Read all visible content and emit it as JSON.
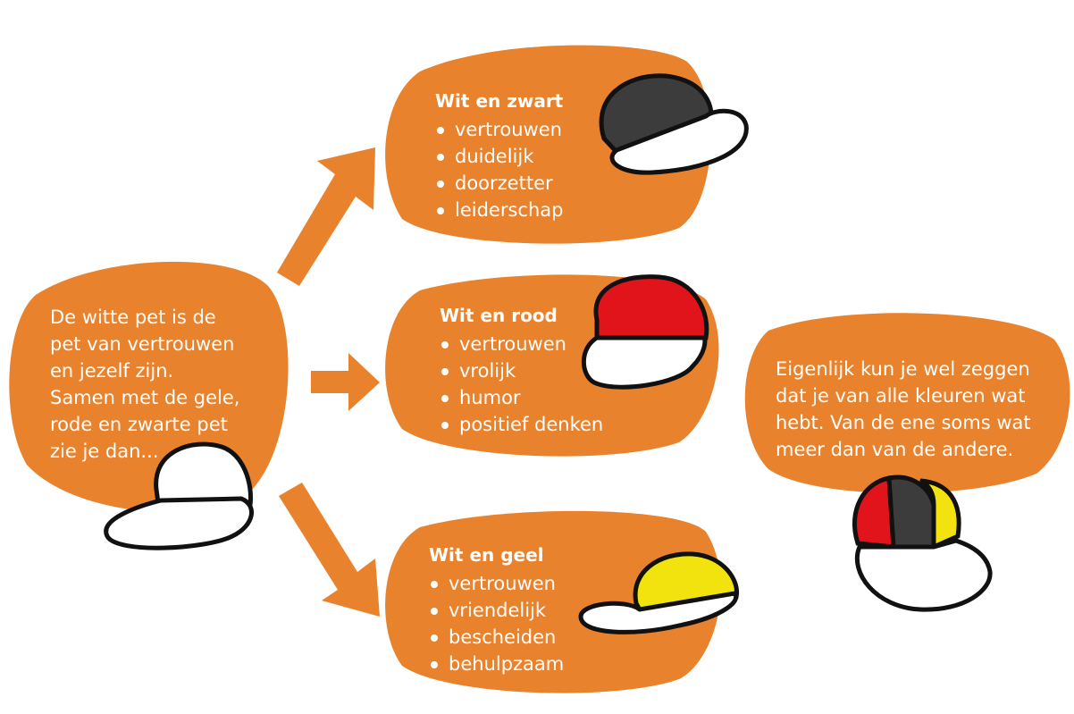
{
  "colors": {
    "orange": "#e9822d",
    "cap_white": "#ffffff",
    "cap_black": "#3c3c3c",
    "cap_red": "#e0141a",
    "cap_yellow": "#f2e20d",
    "outline": "#111111"
  },
  "intro": {
    "text": "De witte pet is de pet van vertrouwen en jezelf zijn. Samen met de gele, rode en zwarte pet zie je dan...",
    "lines": [
      "De witte pet is de",
      "pet van vertrouwen",
      "en jezelf zijn.",
      "Samen met de gele,",
      "rode en zwarte pet",
      "zie je dan..."
    ]
  },
  "cards": [
    {
      "title": "Wit en zwart",
      "items": [
        "vertrouwen",
        "duidelijk",
        "doorzetter",
        "leiderschap"
      ],
      "cap": "white-black-cap"
    },
    {
      "title": "Wit en rood",
      "items": [
        "vertrouwen",
        "vrolijk",
        "humor",
        "positief denken"
      ],
      "cap": "white-red-cap"
    },
    {
      "title": "Wit en geel",
      "items": [
        "vertrouwen",
        "vriendelijk",
        "bescheiden",
        "behulpzaam"
      ],
      "cap": "white-yellow-cap"
    }
  ],
  "conclusion": {
    "lines": [
      "Eigenlijk kun je wel zeggen",
      "dat je van alle kleuren wat",
      "hebt. Van de ene soms wat",
      "meer dan van de andere."
    ],
    "cap": "multicolor-cap"
  }
}
